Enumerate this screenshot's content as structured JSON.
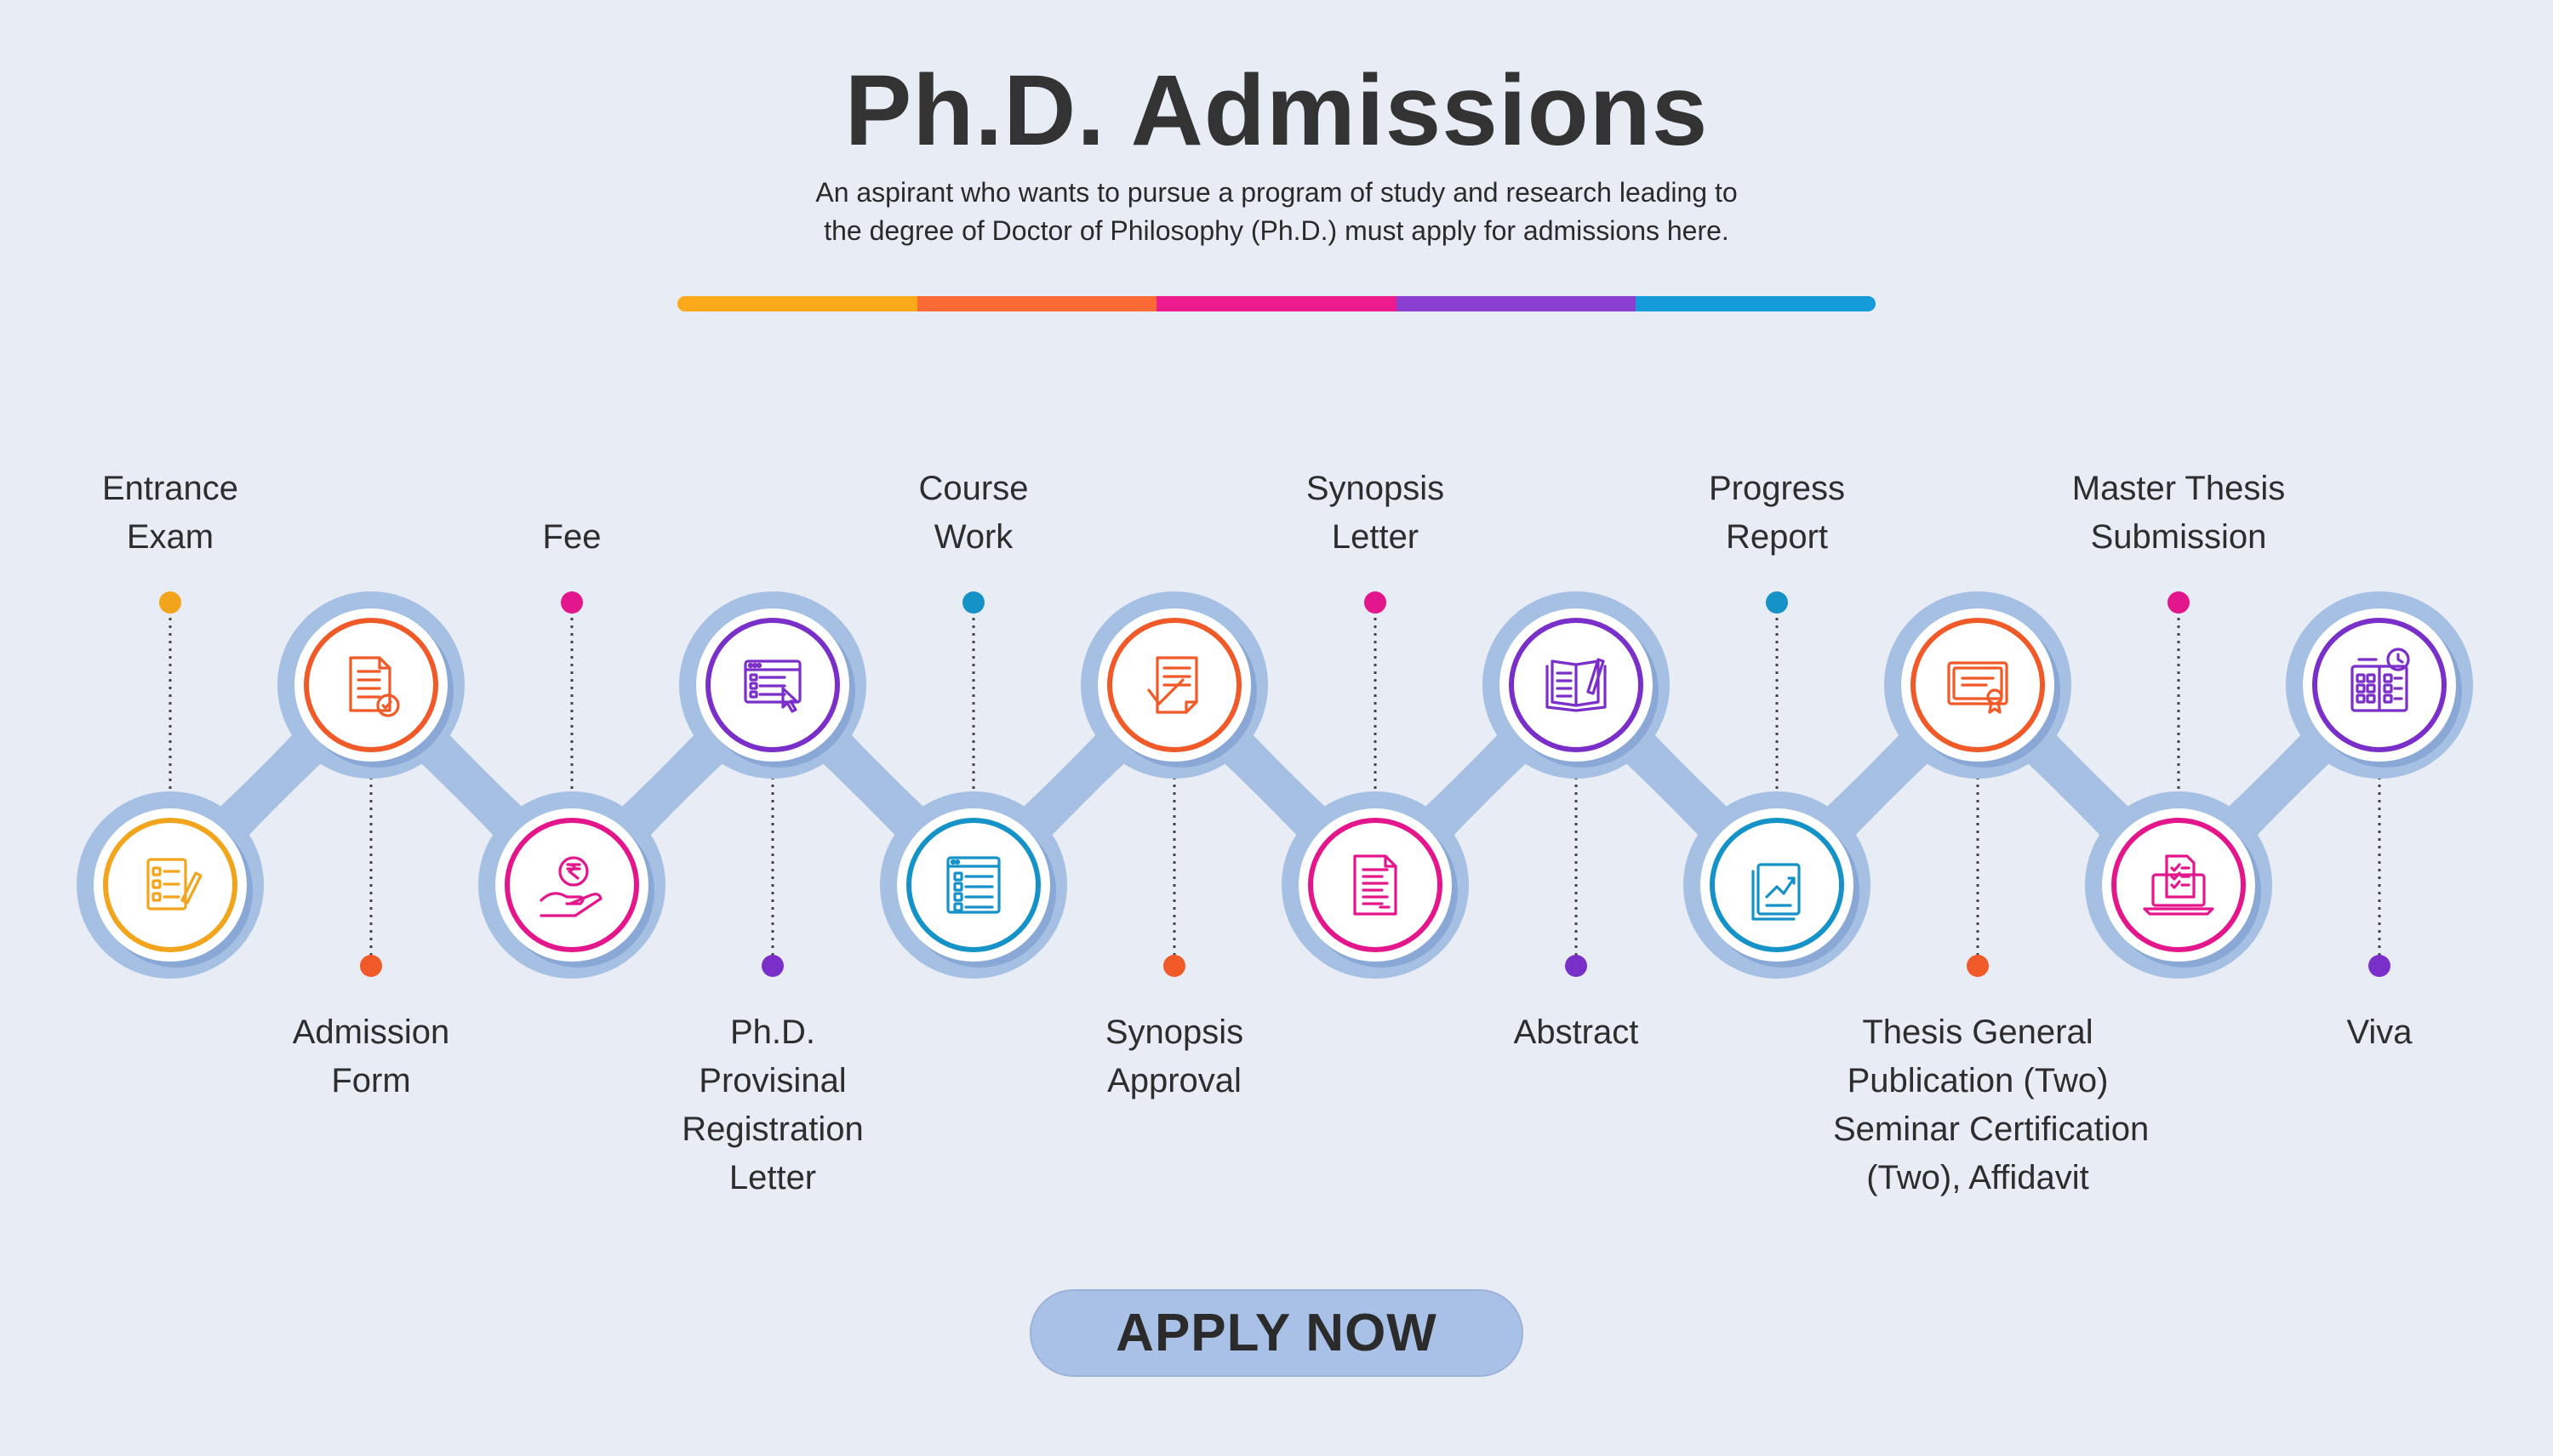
{
  "header": {
    "title": "Ph.D. Admissions",
    "subtitle_line1": "An aspirant who wants to pursue a program of study and research leading to",
    "subtitle_line2": "the degree of Doctor of Philosophy (Ph.D.) must apply for admissions here."
  },
  "color_bar": [
    "#fba91a",
    "#fa6a35",
    "#ee1b8f",
    "#8a3fd0",
    "#159bd9"
  ],
  "steps": [
    {
      "lines": [
        "Entrance",
        "Exam"
      ],
      "color": "#f2a51c",
      "icon": "checklist-pen-icon"
    },
    {
      "lines": [
        "Admission",
        "Form"
      ],
      "color": "#f05a28",
      "icon": "form-checkmark-icon"
    },
    {
      "lines": [
        "Fee"
      ],
      "color": "#e3168c",
      "icon": "rupee-hand-icon"
    },
    {
      "lines": [
        "Ph.D.",
        "Provisinal",
        "Registration",
        "Letter"
      ],
      "color": "#7b2fc9",
      "icon": "browser-click-icon"
    },
    {
      "lines": [
        "Course",
        "Work"
      ],
      "color": "#1592c8",
      "icon": "course-checklist-icon"
    },
    {
      "lines": [
        "Synopsis",
        "Approval"
      ],
      "color": "#f05a28",
      "icon": "approved-document-icon"
    },
    {
      "lines": [
        "Synopsis",
        "Letter"
      ],
      "color": "#e3168c",
      "icon": "letter-document-icon"
    },
    {
      "lines": [
        "Abstract"
      ],
      "color": "#7b2fc9",
      "icon": "open-book-pen-icon"
    },
    {
      "lines": [
        "Progress",
        "Report"
      ],
      "color": "#1592c8",
      "icon": "growth-report-icon"
    },
    {
      "lines": [
        "Thesis General",
        "Publication (Two)",
        "Seminar Certification",
        "(Two), Affidavit"
      ],
      "color": "#f05a28",
      "icon": "certificate-icon"
    },
    {
      "lines": [
        "Master Thesis",
        "Submission"
      ],
      "color": "#e3168c",
      "icon": "laptop-document-icon"
    },
    {
      "lines": [
        "Viva"
      ],
      "color": "#7b2fc9",
      "icon": "viva-planner-icon"
    }
  ],
  "apply_button": {
    "label": "APPLY NOW"
  }
}
